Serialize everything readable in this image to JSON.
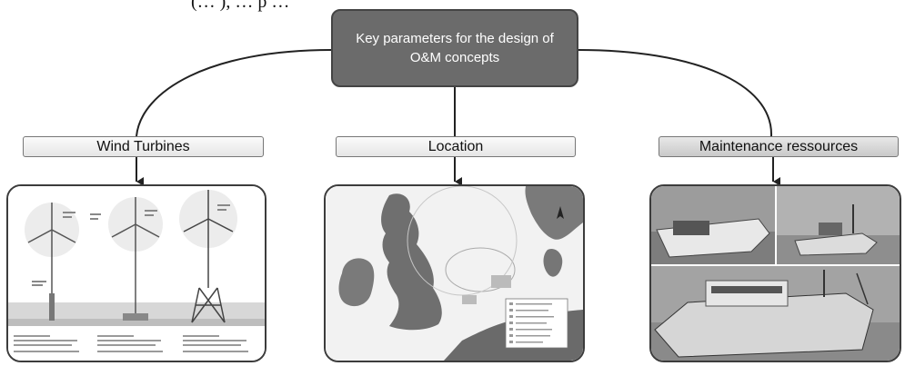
{
  "top_fragment": "(… ), … p … ",
  "central": {
    "text": "Key parameters for the design of O&M concepts"
  },
  "categories": [
    {
      "label": "Wind Turbines"
    },
    {
      "label": "Location"
    },
    {
      "label": "Maintenance ressources"
    }
  ],
  "colors": {
    "central_fill": "#6b6b6b",
    "label_fill_light": "#eeeeee",
    "label_fill_dark": "#d2d2d2",
    "line": "#222222"
  },
  "icons": {
    "arrowheads": "arrow-down-icon",
    "north_arrow": "north-arrow-icon"
  }
}
